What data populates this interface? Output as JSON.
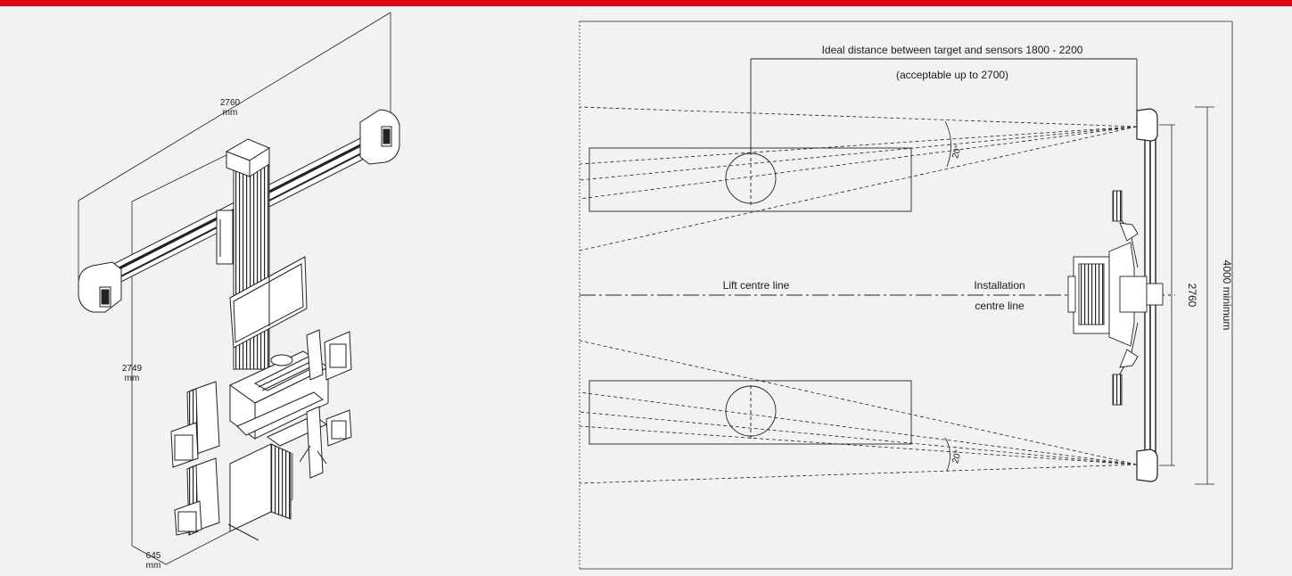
{
  "iso": {
    "width_value": "2760",
    "width_unit": "mm",
    "height_value": "2749",
    "height_unit": "mm",
    "depth_value": "645",
    "depth_unit": "mm"
  },
  "plan": {
    "ideal_distance": "Ideal distance between target and sensors 1800 - 2200",
    "acceptable": "(acceptable up to 2700)",
    "lift_centre_line": "Lift centre line",
    "installation_line1": "Installation",
    "installation_line2": "centre line",
    "beam_width": "2760",
    "min_width": "4000 minimum",
    "angle_top": "20°",
    "angle_bottom": "20°"
  },
  "colors": {
    "accent": "#e30613",
    "ink": "#1a1a1a",
    "background": "#f2f2f2"
  }
}
